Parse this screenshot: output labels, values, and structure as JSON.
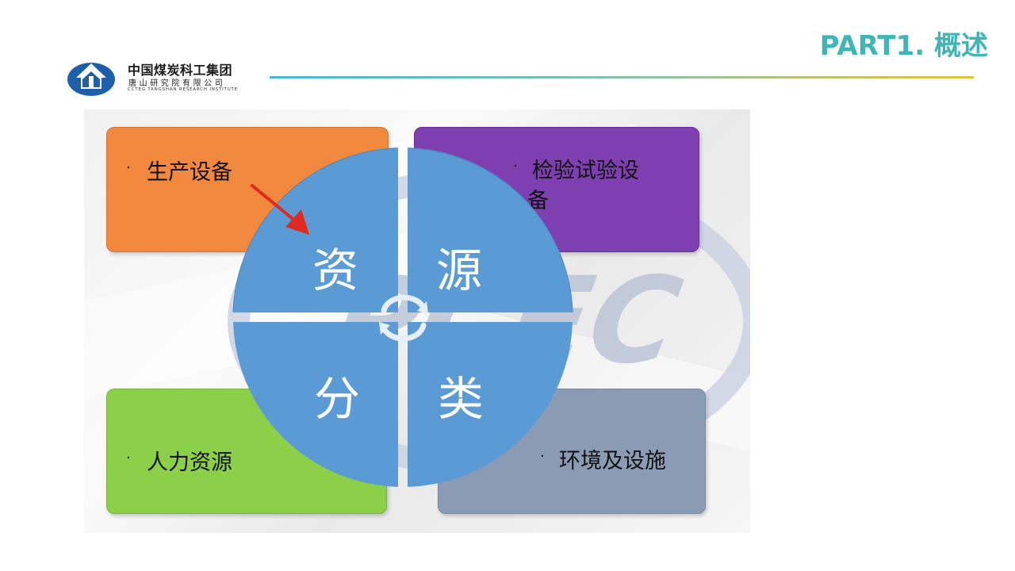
{
  "header": {
    "part_title": "PART1. 概述",
    "logo": {
      "name_cn": "中国煤炭科工集团",
      "sub_cn": "唐山研究院有限公司",
      "name_en": "CCTEG TANGSHAN RESEARCH INSTITUTE"
    }
  },
  "diagram": {
    "watermark": "PCEC",
    "quadrant_chars": [
      "资",
      "源",
      "分",
      "类"
    ],
    "categories": [
      {
        "bullet": "·",
        "label": "生产设备",
        "color": "#f0883e"
      },
      {
        "bullet": "·",
        "label_line1": "检验试验设",
        "label_line2": "备",
        "color": "#7e3fb0"
      },
      {
        "bullet": "·",
        "label": "人力资源",
        "color": "#8ccf49"
      },
      {
        "bullet": "·",
        "label": "环境及设施",
        "color": "#8a9bb3"
      }
    ],
    "circle_color": "#5b9bd5",
    "arrow_color": "#e02a1f"
  }
}
